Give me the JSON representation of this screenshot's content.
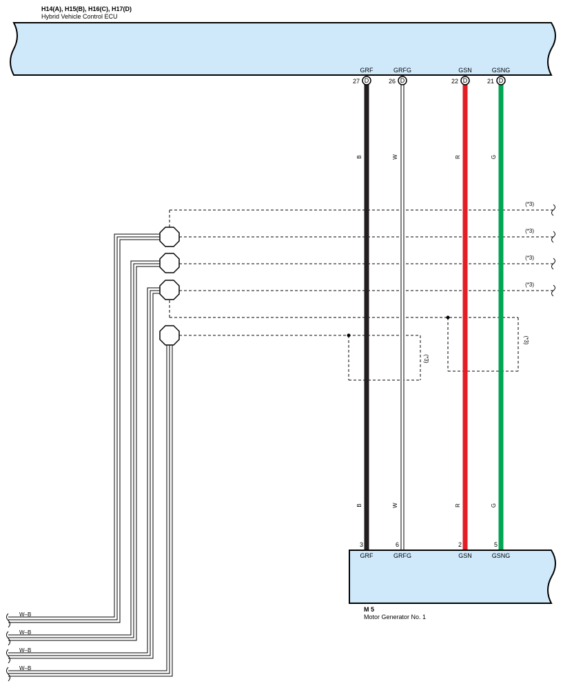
{
  "ecu": {
    "connectors": "H14(A), H15(B), H16(C), H17(D)",
    "name": "Hybrid Vehicle Control ECU",
    "pins": [
      {
        "signal": "GRF",
        "number": "27",
        "conn": "D",
        "wire": "B"
      },
      {
        "signal": "GRFG",
        "number": "26",
        "conn": "D",
        "wire": "W"
      },
      {
        "signal": "GSN",
        "number": "22",
        "conn": "D",
        "wire": "R"
      },
      {
        "signal": "GSNG",
        "number": "21",
        "conn": "D",
        "wire": "G"
      }
    ]
  },
  "motor": {
    "code": "M 5",
    "name": "Motor Generator No. 1",
    "pins": [
      {
        "number": "3",
        "signal": "GRF"
      },
      {
        "number": "6",
        "signal": "GRFG"
      },
      {
        "number": "2",
        "signal": "GSN"
      },
      {
        "number": "5",
        "signal": "GSNG"
      }
    ]
  },
  "shield_note": "(*3)",
  "ground_wires": [
    "W–B",
    "W–B",
    "W–B",
    "W–B"
  ],
  "colors": {
    "box_fill": "#cfe9fb",
    "wire_black": "#231f20",
    "wire_red": "#e31e24",
    "wire_green": "#00a651"
  }
}
